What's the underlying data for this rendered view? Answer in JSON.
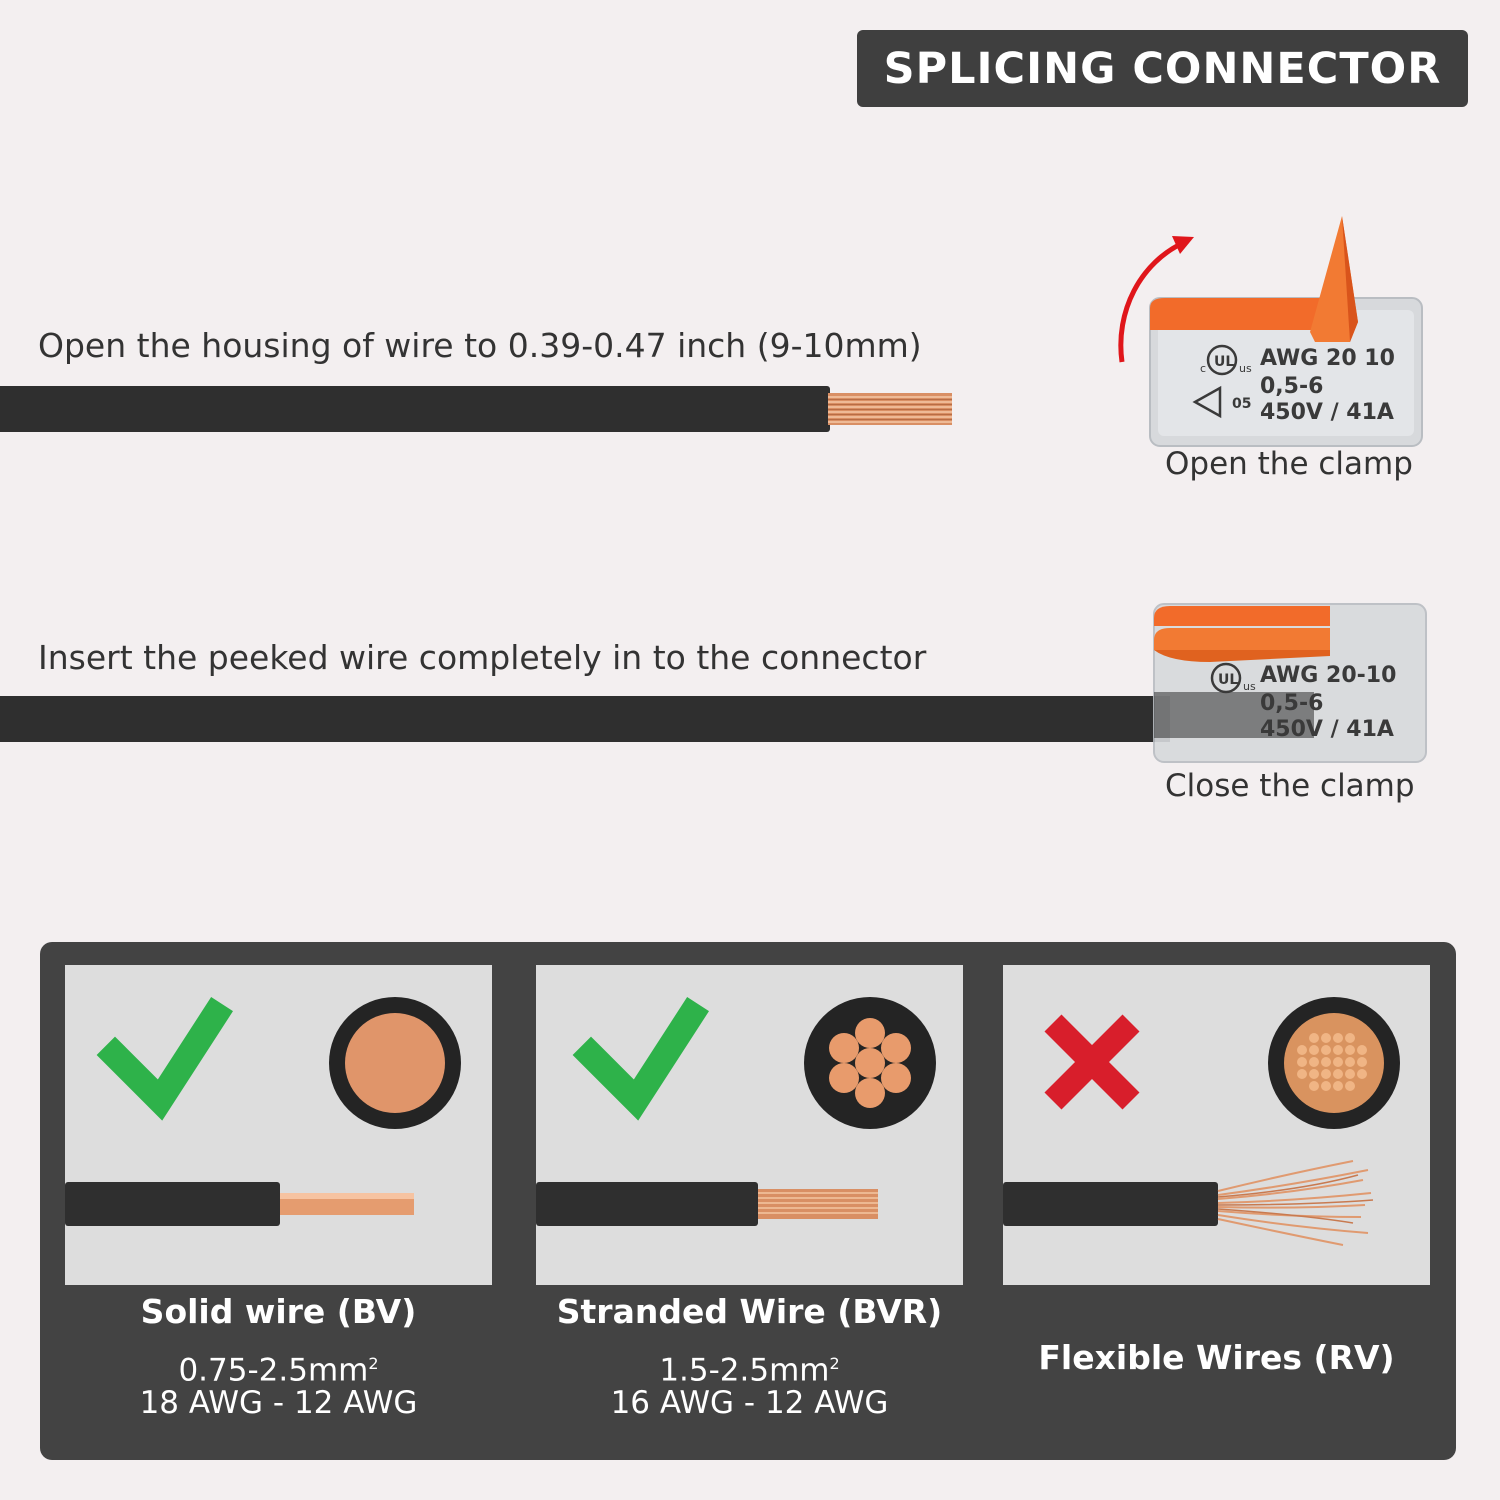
{
  "title": "SPLICING CONNECTOR",
  "steps": [
    {
      "instruction": "Open the housing of wire to 0.39-0.47 inch (9-10mm)",
      "action": "Open the clamp"
    },
    {
      "instruction": "Insert the peeked wire completely in to the connector",
      "action": "Close the clamp"
    }
  ],
  "connector_markings": {
    "rating_line1": "AWG 20 10",
    "rating_line1_closed": "AWG 20-10",
    "rating_line2": "0,5-6",
    "rating_line3": "450V / 41A",
    "ul": "UL",
    "c": "c",
    "us": "us",
    "code": "05"
  },
  "wire_types": [
    {
      "name": "Solid wire (BV)",
      "range_mm": "0.75-2.5mm",
      "range_awg": "18 AWG - 12 AWG",
      "accepted": true,
      "icon": "check-icon"
    },
    {
      "name": "Stranded Wire (BVR)",
      "range_mm": "1.5-2.5mm",
      "range_awg": "16 AWG - 12 AWG",
      "accepted": true,
      "icon": "check-icon"
    },
    {
      "name": "Flexible Wires (RV)",
      "accepted": false,
      "icon": "cross-icon"
    }
  ],
  "colors": {
    "accent_orange": "#f26b2a",
    "copper": "#e0956a",
    "check_green": "#2eb24a",
    "cross_red": "#d81e2b",
    "panel": "#434343",
    "card": "#dddddd",
    "wire": "#2f2f2f"
  }
}
